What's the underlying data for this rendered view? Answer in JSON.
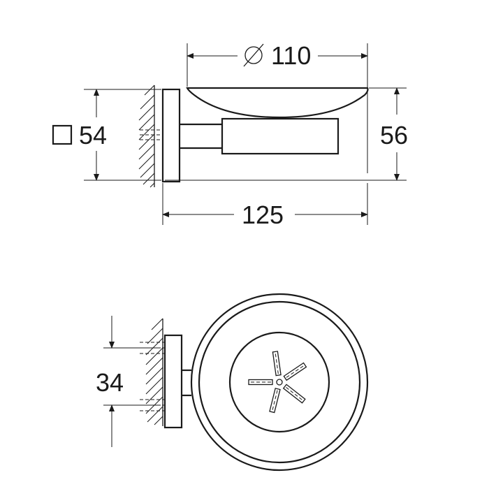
{
  "dimensions": {
    "diameter_symbol": "⌀",
    "diameter": "110",
    "plate_symbol": "square",
    "plate_size": "54",
    "height": "56",
    "depth": "125",
    "spacing": "34"
  },
  "colors": {
    "line": "#1a1a1a",
    "background": "#ffffff"
  }
}
